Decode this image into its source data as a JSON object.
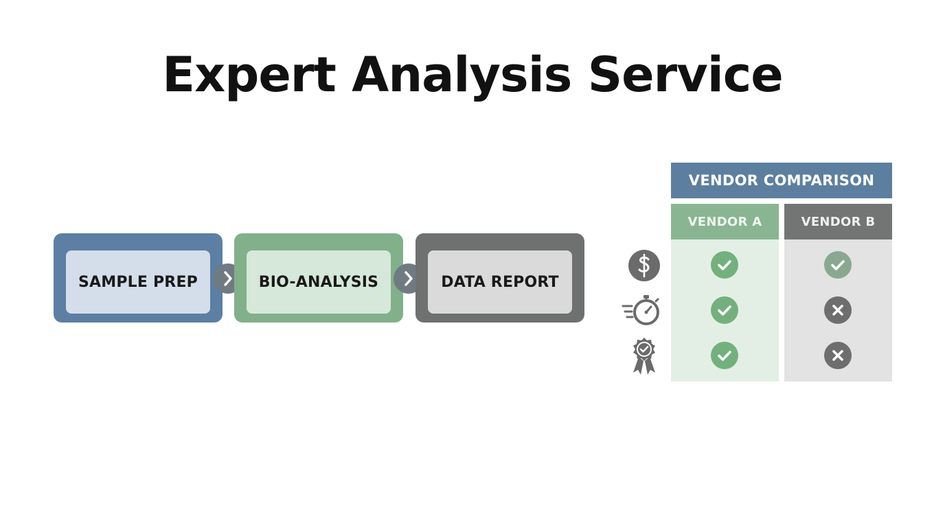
{
  "title": "Expert Analysis Service",
  "process": {
    "steps": [
      {
        "label": "SAMPLE PREP",
        "color": "#5c7fa3"
      },
      {
        "label": "BIO-ANALYSIS",
        "color": "#82b08a"
      },
      {
        "label": "DATA REPORT",
        "color": "#6f7070"
      }
    ]
  },
  "comparison": {
    "header": "VENDOR COMPARISON",
    "header_color": "#5d7f9f",
    "row_icons": [
      "dollar-icon",
      "stopwatch-icon",
      "award-ribbon-icon"
    ],
    "vendors": [
      {
        "name": "VENDOR A",
        "color": "#89b592",
        "results": [
          "check",
          "check",
          "check"
        ]
      },
      {
        "name": "VENDOR B",
        "color": "#737474",
        "results": [
          "check",
          "cross",
          "cross"
        ]
      }
    ]
  }
}
